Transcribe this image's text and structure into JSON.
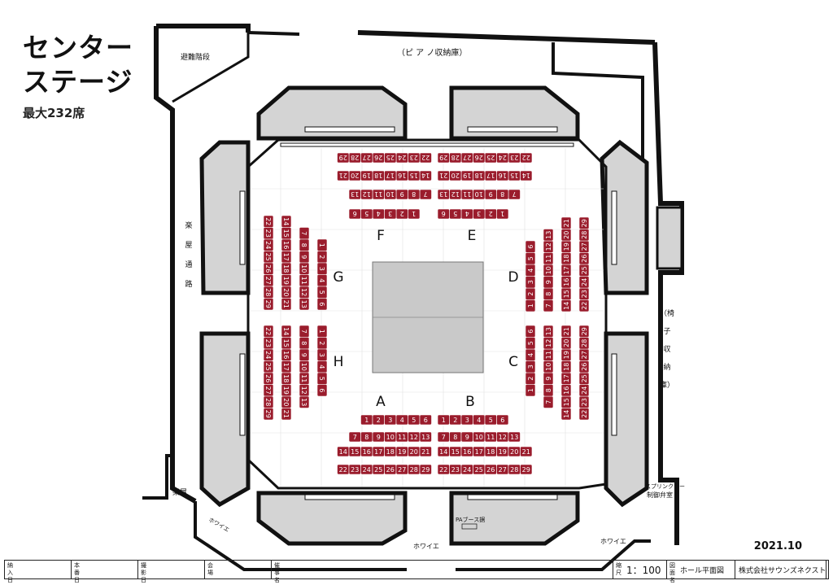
{
  "title": {
    "line1": "センター",
    "line2": "ステージ",
    "capacity": "最大232席"
  },
  "date": "2021.10",
  "rooms": {
    "emergency_stairs": "避難階段",
    "piano_storage": "（ピ ア ノ収納庫）",
    "green_room_passage": [
      "楽",
      "屋",
      "通",
      "路"
    ],
    "chair_storage": [
      "（椅",
      "子",
      "収",
      "納",
      "庫）"
    ],
    "green_room": "楽屋",
    "foyer": "ホワイエ",
    "pa_booth": "PAブース据",
    "sprinkler_room": [
      "スプリンクラー",
      "制御弁室"
    ]
  },
  "blocks": {
    "A": {
      "label": "A",
      "rows": [
        [
          "1",
          "2",
          "3",
          "4",
          "5",
          "6"
        ],
        [
          "7",
          "8",
          "9",
          "10",
          "11",
          "12",
          "13"
        ],
        [
          "14",
          "15",
          "16",
          "17",
          "18",
          "19",
          "20",
          "21"
        ],
        [
          "22",
          "23",
          "24",
          "25",
          "26",
          "27",
          "28",
          "29"
        ]
      ]
    },
    "B": {
      "label": "B",
      "rows": [
        [
          "1",
          "2",
          "3",
          "4",
          "5",
          "6"
        ],
        [
          "7",
          "8",
          "9",
          "10",
          "11",
          "12",
          "13"
        ],
        [
          "14",
          "15",
          "16",
          "17",
          "18",
          "19",
          "20",
          "21"
        ],
        [
          "22",
          "23",
          "24",
          "25",
          "26",
          "27",
          "28",
          "29"
        ]
      ]
    },
    "C": {
      "label": "C",
      "rows": [
        [
          "1",
          "2",
          "3",
          "4",
          "5",
          "6"
        ],
        [
          "7",
          "8",
          "9",
          "10",
          "11",
          "12",
          "13"
        ],
        [
          "14",
          "15",
          "16",
          "17",
          "18",
          "19",
          "20",
          "21"
        ],
        [
          "22",
          "23",
          "24",
          "25",
          "26",
          "27",
          "28",
          "29"
        ]
      ]
    },
    "D": {
      "label": "D",
      "rows": [
        [
          "1",
          "2",
          "3",
          "4",
          "5",
          "6"
        ],
        [
          "7",
          "8",
          "9",
          "10",
          "11",
          "12",
          "13"
        ],
        [
          "14",
          "15",
          "16",
          "17",
          "18",
          "19",
          "20",
          "21"
        ],
        [
          "22",
          "23",
          "24",
          "25",
          "26",
          "27",
          "28",
          "29"
        ]
      ]
    },
    "E": {
      "label": "E",
      "rows": [
        [
          "1",
          "2",
          "3",
          "4",
          "5",
          "6"
        ],
        [
          "7",
          "8",
          "9",
          "10",
          "11",
          "12",
          "13"
        ],
        [
          "14",
          "15",
          "16",
          "17",
          "18",
          "19",
          "20",
          "21"
        ],
        [
          "22",
          "23",
          "24",
          "25",
          "26",
          "27",
          "28",
          "29"
        ]
      ]
    },
    "F": {
      "label": "F",
      "rows": [
        [
          "1",
          "2",
          "3",
          "4",
          "5",
          "6"
        ],
        [
          "7",
          "8",
          "9",
          "10",
          "11",
          "12",
          "13"
        ],
        [
          "14",
          "15",
          "16",
          "17",
          "18",
          "19",
          "20",
          "21"
        ],
        [
          "22",
          "23",
          "24",
          "25",
          "26",
          "27",
          "28",
          "29"
        ]
      ]
    },
    "G": {
      "label": "G",
      "rows": [
        [
          "1",
          "2",
          "3",
          "4",
          "5",
          "6"
        ],
        [
          "7",
          "8",
          "9",
          "10",
          "11",
          "12",
          "13"
        ],
        [
          "14",
          "15",
          "16",
          "17",
          "18",
          "19",
          "20",
          "21"
        ],
        [
          "22",
          "23",
          "24",
          "25",
          "26",
          "27",
          "28",
          "29"
        ]
      ]
    },
    "H": {
      "label": "H",
      "rows": [
        [
          "1",
          "2",
          "3",
          "4",
          "5",
          "6"
        ],
        [
          "7",
          "8",
          "9",
          "10",
          "11",
          "12",
          "13"
        ],
        [
          "14",
          "15",
          "16",
          "17",
          "18",
          "19",
          "20",
          "21"
        ],
        [
          "22",
          "23",
          "24",
          "25",
          "26",
          "27",
          "28",
          "29"
        ]
      ]
    }
  },
  "title_bar": {
    "cells": [
      {
        "key": "納入日",
        "value": ""
      },
      {
        "key": "本番日",
        "value": ""
      },
      {
        "key": "撮影日",
        "value": ""
      },
      {
        "key": "会場",
        "value": ""
      },
      {
        "key": "催事名",
        "value": ""
      },
      {
        "key": "縮尺",
        "value": "1：100"
      },
      {
        "key": "図面名",
        "value": "ホール平面図"
      },
      {
        "key": "",
        "value": "株式会社サウンズネクスト"
      }
    ]
  },
  "colors": {
    "seat": "#9a1c2c",
    "stage": "#c9c9c9",
    "wall": "#111111",
    "room": "#d4d4d4"
  }
}
